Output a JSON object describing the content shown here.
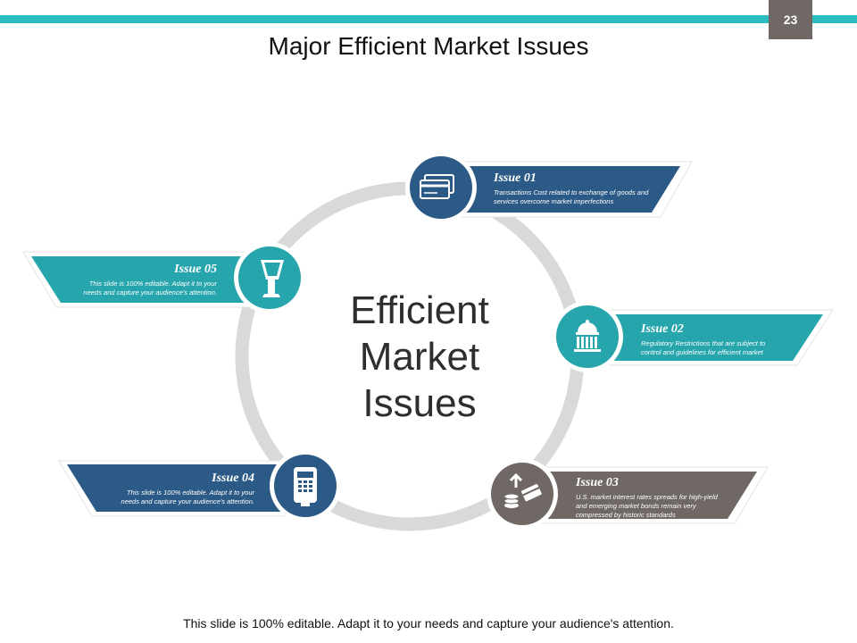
{
  "colors": {
    "teal": "#26a5ac",
    "navy": "#2c5a86",
    "gray": "#6f6865",
    "ring": "#d9d9d9",
    "topbar": "#2bbdc0",
    "pagenum_bg": "#6f6865"
  },
  "page_number": "23",
  "title": "Major Efficient Market Issues",
  "center_title": [
    "Efficient",
    "Market",
    "Issues"
  ],
  "issues": [
    {
      "heading": "Issue 01",
      "desc": "Transactions Cost related to exchange of goods and services overcome market imperfections",
      "color": "navy",
      "icon": "credit-card-icon"
    },
    {
      "heading": "Issue 02",
      "desc": "Regulatory Restrictions that are subject to control and guidelines for efficient market",
      "color": "teal",
      "icon": "government-building-icon"
    },
    {
      "heading": "Issue 03",
      "desc": "U.S. market interest rates spreads for high-yield and emerging market bonds remain very compressed by historic standards",
      "color": "gray",
      "icon": "coins-and-card-icon"
    },
    {
      "heading": "Issue 04",
      "desc": "This slide is 100% editable. Adapt it to your needs and capture your audience's attention.",
      "color": "navy",
      "icon": "payment-terminal-icon"
    },
    {
      "heading": "Issue 05",
      "desc": "This slide is 100% editable. Adapt it to your needs and capture your audience's attention.",
      "color": "teal",
      "icon": "atm-kiosk-icon"
    }
  ],
  "footer": "This slide is 100% editable. Adapt it to your needs and capture your audience's attention."
}
